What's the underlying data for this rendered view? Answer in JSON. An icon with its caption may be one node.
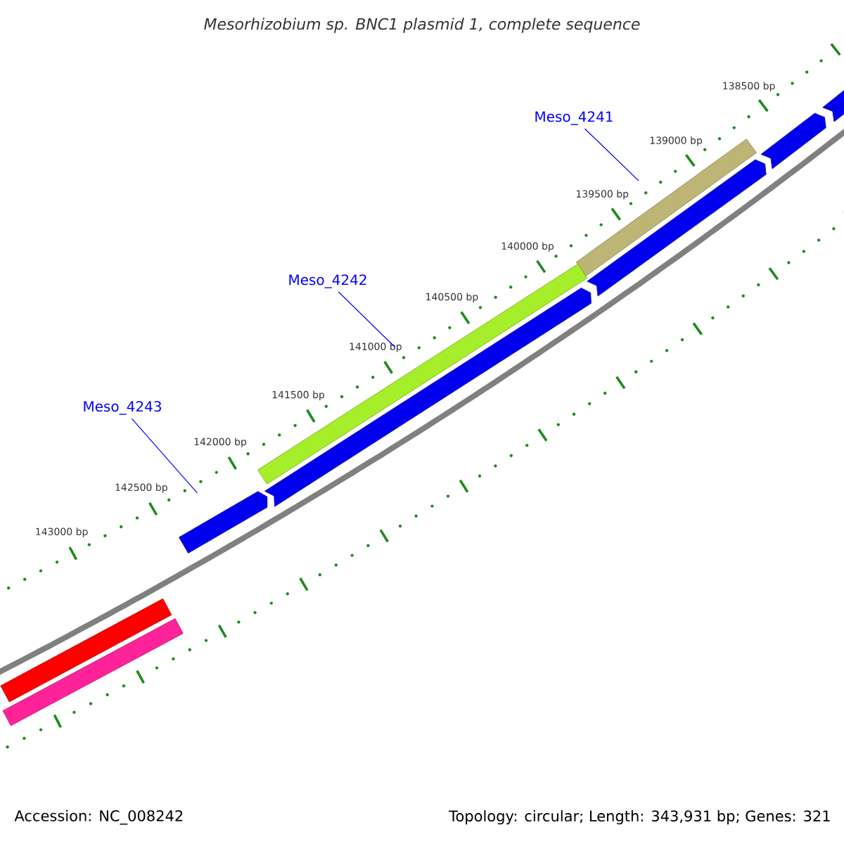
{
  "diagram": {
    "title": "Mesorhizobium sp. BNC1 plasmid 1, complete sequence",
    "nodes": [
      {
        "text": [
          "Meso_4241"
        ]
      },
      {
        "text": [
          "Meso_4242"
        ]
      },
      {
        "text": [
          "Meso_4243"
        ]
      },
      {
        "text": [],
        "shape": "bar"
      },
      {
        "text": [],
        "shape": "bar"
      },
      {
        "text": [],
        "shape": "bar"
      },
      {
        "text": [],
        "shape": "bar"
      },
      {
        "text": [],
        "shape": "bar"
      },
      {
        "text": [],
        "shape": "bar"
      },
      {
        "text": [],
        "shape": "bar"
      },
      {
        "text": [],
        "shape": "bar"
      },
      {
        "text": [],
        "shape": "bar"
      }
    ],
    "edges": [
      {
        "from": 0,
        "to": 3,
        "arrow": "none"
      },
      {
        "from": 1,
        "to": 4,
        "arrow": "none"
      },
      {
        "from": 2,
        "to": 9,
        "arrow": "none"
      }
    ],
    "labels": [
      "138500 bp",
      "139000 bp",
      "139500 bp",
      "140000 bp",
      "140500 bp",
      "141000 bp",
      "141500 bp",
      "142000 bp",
      "142500 bp",
      "143000 bp",
      "Accession: NC_008242",
      "Topology: circular; Length: 343,931 bp; Genes: 321"
    ]
  }
}
